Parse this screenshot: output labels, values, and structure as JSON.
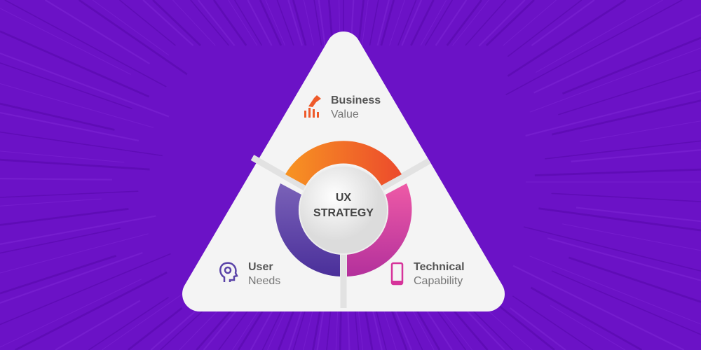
{
  "center": {
    "line1": "UX",
    "line2": "STRATEGY"
  },
  "segments": [
    {
      "title": "Business",
      "subtitle": "Value",
      "icon": "business-growth-icon",
      "color": "#f0602a"
    },
    {
      "title": "User",
      "subtitle": "Needs",
      "icon": "head-lightbulb-icon",
      "color": "#5a43a8"
    },
    {
      "title": "Technical",
      "subtitle": "Capability",
      "icon": "mobile-phone-icon",
      "color": "#d6339a"
    }
  ],
  "colors": {
    "background": "#6b12c6",
    "ring_orange": "#f58a1f",
    "ring_red": "#ee4b2b",
    "ring_pink": "#e54fa0",
    "ring_purple": "#5b3ea6"
  }
}
